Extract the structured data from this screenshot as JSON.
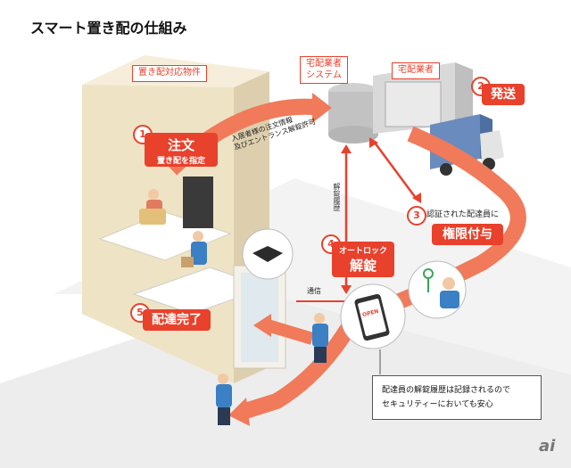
{
  "title": "スマート置き配の仕組み",
  "tags": {
    "property": "置き配対応物件",
    "delivery_system_line1": "宅配業者",
    "delivery_system_line2": "システム",
    "delivery_company": "宅配業者"
  },
  "steps": [
    {
      "number": "1",
      "title": "注文",
      "subtitle": "置き配を指定"
    },
    {
      "number": "2",
      "title": "発送"
    },
    {
      "number": "3",
      "subtitle": "認証された配達員に",
      "title": "権限付与"
    },
    {
      "number": "4",
      "subtitle": "オートロック",
      "title": "解錠"
    },
    {
      "number": "5",
      "title": "配達完了"
    }
  ],
  "flow_labels": {
    "order_info_line1": "入居者様の注文情報",
    "order_info_line2": "及びエントランス解錠許可",
    "unlock_history": "解錠履歴",
    "communication": "通信"
  },
  "phone_screen_text": "OPEN",
  "note": {
    "line1": "配達員の解錠履歴は記録されるので",
    "line2": "セキュリティーにおいても安心"
  },
  "logo": "ai",
  "colors": {
    "accent": "#e8412c",
    "arrow": "#f07a5a",
    "building": "#efe3c6",
    "building_shade": "#ddcfae",
    "ground": "#ececec",
    "uniform": "#3b7fc4"
  }
}
